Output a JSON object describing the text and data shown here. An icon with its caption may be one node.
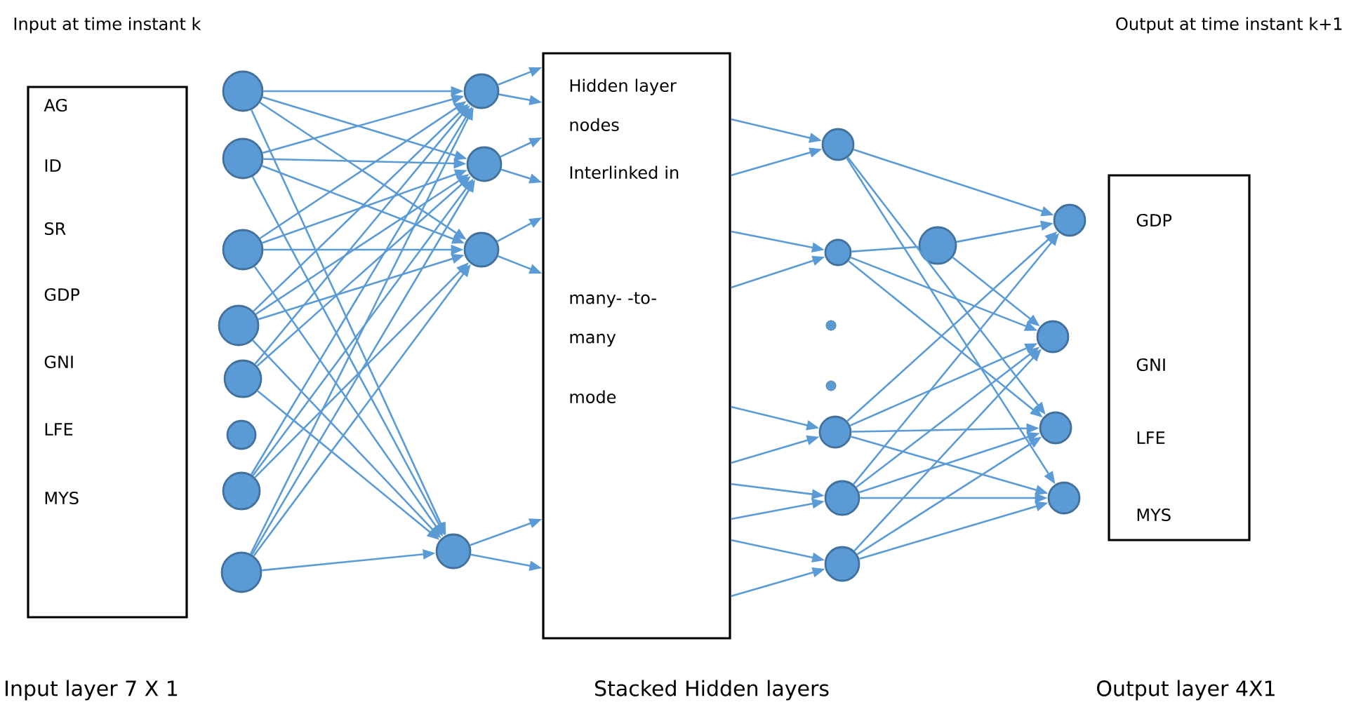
{
  "diagram": {
    "nodes": [
      {
        "text": [
          "AG",
          "ID",
          "SR",
          "GDP",
          "GNI",
          "LFE",
          "MYS"
        ]
      },
      {
        "text": [],
        "shape": "circle"
      },
      {
        "text": [],
        "shape": "circle"
      },
      {
        "text": [],
        "shape": "circle"
      },
      {
        "text": [],
        "shape": "circle"
      },
      {
        "text": [],
        "shape": "circle"
      },
      {
        "text": [],
        "shape": "circle"
      },
      {
        "text": [],
        "shape": "circle"
      },
      {
        "text": [],
        "shape": "circle"
      },
      {
        "text": [],
        "shape": "circle"
      },
      {
        "text": [],
        "shape": "circle"
      },
      {
        "text": [],
        "shape": "circle"
      },
      {
        "text": [],
        "shape": "circle"
      },
      {
        "text": [
          "Hidden layer nodes",
          "Interlinked in",
          "many- -to- many",
          "mode"
        ]
      },
      {
        "text": [],
        "shape": "circle"
      },
      {
        "text": [],
        "shape": "circle"
      },
      {
        "text": [],
        "shape": "circle"
      },
      {
        "text": [],
        "shape": "circle"
      },
      {
        "text": [],
        "shape": "circle"
      },
      {
        "text": [],
        "shape": "circle"
      },
      {
        "text": [],
        "shape": "circle"
      },
      {
        "text": [],
        "shape": "circle"
      },
      {
        "text": [],
        "shape": "circle"
      },
      {
        "text": [],
        "shape": "circle"
      },
      {
        "text": [
          "GDP",
          "GNI",
          "LFE",
          "MYS"
        ]
      }
    ],
    "edges": [
      {
        "from": 1,
        "to": 9,
        "arrow": "to"
      },
      {
        "from": 1,
        "to": 10,
        "arrow": "to"
      },
      {
        "from": 1,
        "to": 11,
        "arrow": "to"
      },
      {
        "from": 1,
        "to": 12,
        "arrow": "to"
      },
      {
        "from": 2,
        "to": 9,
        "arrow": "to"
      },
      {
        "from": 2,
        "to": 10,
        "arrow": "to"
      },
      {
        "from": 2,
        "to": 11,
        "arrow": "to"
      },
      {
        "from": 2,
        "to": 12,
        "arrow": "to"
      },
      {
        "from": 3,
        "to": 9,
        "arrow": "to"
      },
      {
        "from": 3,
        "to": 10,
        "arrow": "to"
      },
      {
        "from": 3,
        "to": 11,
        "arrow": "to"
      },
      {
        "from": 3,
        "to": 12,
        "arrow": "to"
      },
      {
        "from": 4,
        "to": 9,
        "arrow": "to"
      },
      {
        "from": 4,
        "to": 10,
        "arrow": "to"
      },
      {
        "from": 4,
        "to": 11,
        "arrow": "to"
      },
      {
        "from": 4,
        "to": 12,
        "arrow": "to"
      },
      {
        "from": 5,
        "to": 9,
        "arrow": "to"
      },
      {
        "from": 5,
        "to": 10,
        "arrow": "to"
      },
      {
        "from": 5,
        "to": 12,
        "arrow": "to"
      },
      {
        "from": 7,
        "to": 9,
        "arrow": "to"
      },
      {
        "from": 7,
        "to": 10,
        "arrow": "to"
      },
      {
        "from": 7,
        "to": 11,
        "arrow": "to"
      },
      {
        "from": 8,
        "to": 9,
        "arrow": "to"
      },
      {
        "from": 8,
        "to": 10,
        "arrow": "to"
      },
      {
        "from": 8,
        "to": 11,
        "arrow": "to"
      },
      {
        "from": 8,
        "to": 12,
        "arrow": "to"
      },
      {
        "from": 9,
        "to": 13,
        "arrow": "to"
      },
      {
        "from": 9,
        "to": 13,
        "arrow": "to"
      },
      {
        "from": 10,
        "to": 13,
        "arrow": "to"
      },
      {
        "from": 10,
        "to": 13,
        "arrow": "to"
      },
      {
        "from": 11,
        "to": 13,
        "arrow": "to"
      },
      {
        "from": 11,
        "to": 13,
        "arrow": "to"
      },
      {
        "from": 12,
        "to": 13,
        "arrow": "to"
      },
      {
        "from": 12,
        "to": 13,
        "arrow": "to"
      },
      {
        "from": 13,
        "to": 14,
        "arrow": "to"
      },
      {
        "from": 13,
        "to": 14,
        "arrow": "to"
      },
      {
        "from": 13,
        "to": 15,
        "arrow": "to"
      },
      {
        "from": 13,
        "to": 15,
        "arrow": "to"
      },
      {
        "from": 13,
        "to": 16,
        "arrow": "to"
      },
      {
        "from": 13,
        "to": 16,
        "arrow": "to"
      },
      {
        "from": 13,
        "to": 17,
        "arrow": "to"
      },
      {
        "from": 13,
        "to": 17,
        "arrow": "to"
      },
      {
        "from": 13,
        "to": 18,
        "arrow": "to"
      },
      {
        "from": 13,
        "to": 18,
        "arrow": "to"
      },
      {
        "from": 14,
        "to": 20,
        "arrow": "to"
      },
      {
        "from": 14,
        "to": 22,
        "arrow": "to"
      },
      {
        "from": 14,
        "to": 23,
        "arrow": "to"
      },
      {
        "from": 15,
        "to": 19,
        "arrow": "none"
      },
      {
        "from": 19,
        "to": 20,
        "arrow": "to"
      },
      {
        "from": 19,
        "to": 21,
        "arrow": "to"
      },
      {
        "from": 15,
        "to": 21,
        "arrow": "to"
      },
      {
        "from": 15,
        "to": 22,
        "arrow": "to"
      },
      {
        "from": 16,
        "to": 20,
        "arrow": "to"
      },
      {
        "from": 16,
        "to": 21,
        "arrow": "to"
      },
      {
        "from": 16,
        "to": 22,
        "arrow": "to"
      },
      {
        "from": 16,
        "to": 23,
        "arrow": "to"
      },
      {
        "from": 17,
        "to": 20,
        "arrow": "to"
      },
      {
        "from": 17,
        "to": 21,
        "arrow": "to"
      },
      {
        "from": 17,
        "to": 22,
        "arrow": "to"
      },
      {
        "from": 17,
        "to": 23,
        "arrow": "to"
      },
      {
        "from": 18,
        "to": 21,
        "arrow": "to"
      },
      {
        "from": 18,
        "to": 22,
        "arrow": "to"
      },
      {
        "from": 18,
        "to": 23,
        "arrow": "to"
      }
    ],
    "labels": [
      "Input  at time instant k",
      "Output at time instant k+1",
      "Input layer 7 X 1",
      "Stacked Hidden layers",
      "Output layer 4X1"
    ]
  }
}
